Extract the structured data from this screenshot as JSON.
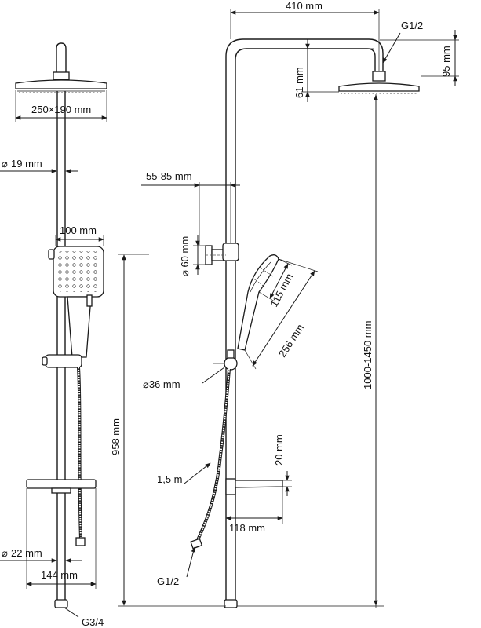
{
  "dimensions": {
    "arm_length": "410 mm",
    "inlet_thread_top": "G1/2",
    "head_height": "95 mm",
    "head_drop": "61 mm",
    "head_size": "250×190 mm",
    "pipe_diameter": "19 mm",
    "wall_bracket_range": "55-85 mm",
    "bracket_diameter": "60 mm",
    "handshower_width": "100 mm",
    "handshower_head": "115 mm",
    "handshower_length": "256 mm",
    "slider_diameter": "36 mm",
    "total_height_range": "1000-1450 mm",
    "riser_height": "958 mm",
    "shelf_thickness": "20 mm",
    "hose_length": "1,5 m",
    "shelf_depth": "118 mm",
    "lower_pipe_diameter": "22 mm",
    "shelf_width": "144 mm",
    "hose_thread": "G1/2",
    "inlet_thread_bottom": "G3/4"
  },
  "symbols": {
    "diameter": "⌀"
  },
  "colors": {
    "line": "#1a1a1a",
    "background": "#ffffff"
  }
}
